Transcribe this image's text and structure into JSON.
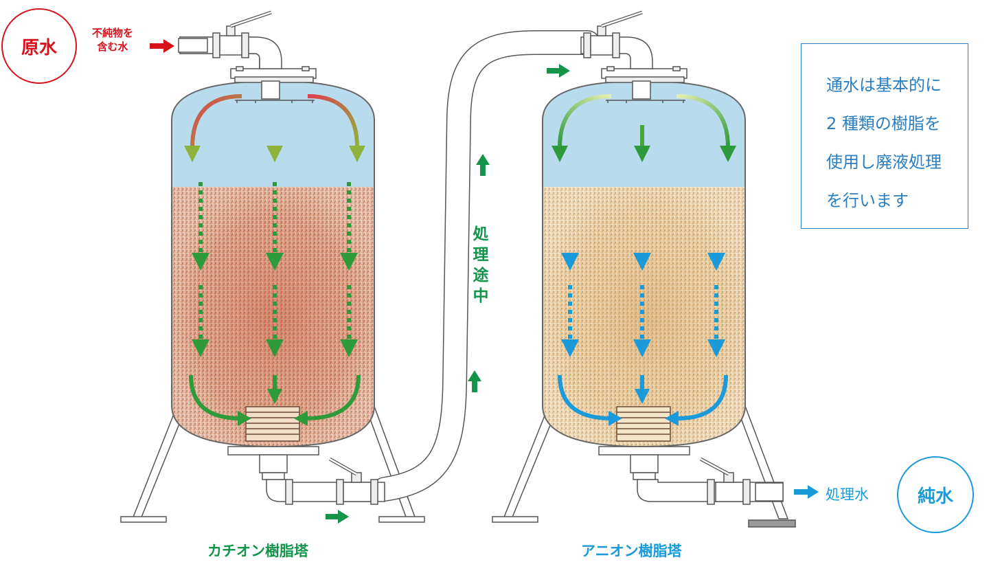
{
  "raw_water": {
    "badge": "原水",
    "desc_line1": "不純物を",
    "desc_line2": "含む水"
  },
  "pure_water": {
    "badge": "純水",
    "label": "処理水"
  },
  "in_process": "処理途中",
  "tanks": {
    "cation": "カチオン樹脂塔",
    "anion": "アニオン樹脂塔"
  },
  "note": [
    "通水は基本的に",
    "2 種類の樹脂を",
    "使用し廃液処理",
    "を行います"
  ],
  "colors": {
    "red": "#d7121a",
    "green": "#14944a",
    "blue": "#1a9ad8",
    "note_blue": "#2b7fc1"
  }
}
